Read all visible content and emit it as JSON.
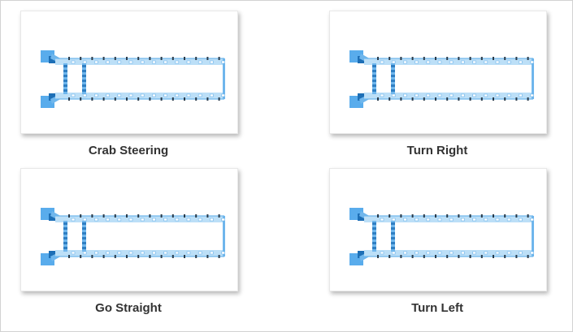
{
  "panels": [
    {
      "caption": "Crab Steering"
    },
    {
      "caption": "Turn Right"
    },
    {
      "caption": "Go Straight"
    },
    {
      "caption": "Turn Left"
    }
  ],
  "colors": {
    "frame_fill": "#bcdff7",
    "frame_main": "#6fb6ec",
    "frame_dark": "#2f7fc3",
    "end_block": "#59acec",
    "end_block_dark": "#1d6fb6",
    "wheel": "#2a3b4a"
  }
}
